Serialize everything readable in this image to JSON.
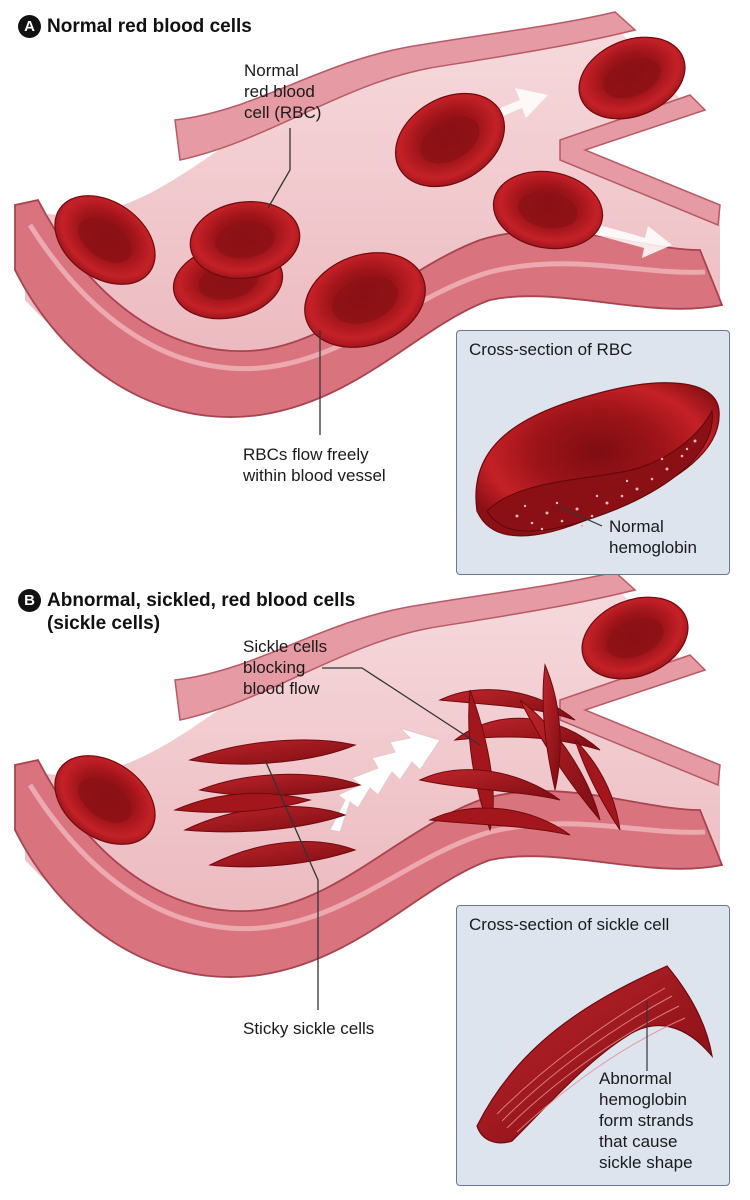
{
  "panel_a": {
    "badge": "A",
    "heading": "Normal red blood cells",
    "label_normal_rbc": "Normal\nred blood\ncell (RBC)",
    "label_flow": "RBCs flow freely\nwithin blood vessel",
    "inset": {
      "title": "Cross-section of RBC",
      "label": "Normal\nhemoglobin"
    }
  },
  "panel_b": {
    "badge": "B",
    "heading": "Abnormal, sickled, red blood cells\n(sickle cells)",
    "label_blocking": "Sickle cells\nblocking\nblood flow",
    "label_sticky": "Sticky sickle cells",
    "inset": {
      "title": "Cross-section of sickle cell",
      "label": "Abnormal\nhemoglobin\nform strands\nthat cause\nsickle shape"
    }
  },
  "colors": {
    "vessel_outer": "#d9737e",
    "vessel_inner": "#f3cfd3",
    "rbc": "#b81d22",
    "rbc_dark": "#7e0d12",
    "inset_bg": "#dde4ee"
  }
}
